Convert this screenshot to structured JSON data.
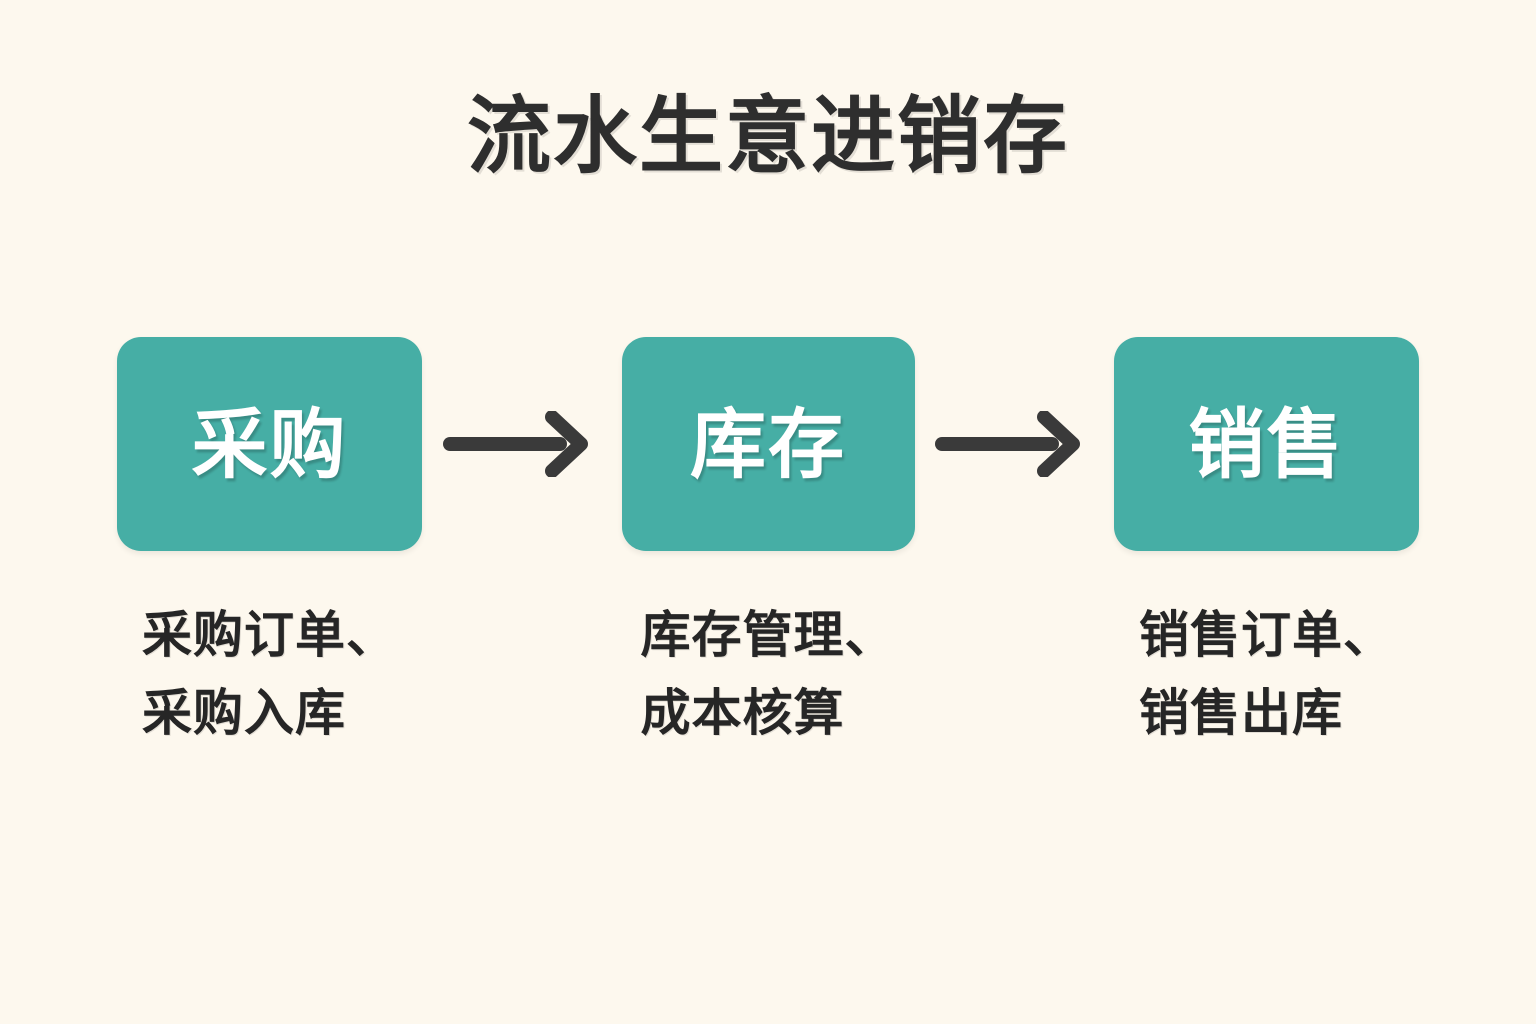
{
  "page": {
    "title": "流水生意进销存",
    "background_color": "#FDF8EE",
    "accent_color": "#46AEA5",
    "text_color": "#2E2E2E",
    "box_label_color": "#FFFFFF",
    "arrow_color": "#3A3A3A"
  },
  "flow": {
    "stages": [
      {
        "id": "purchase",
        "box_label": "采购",
        "caption_lines": [
          "采购订单、",
          "采购入库"
        ]
      },
      {
        "id": "inventory",
        "box_label": "库存",
        "caption_lines": [
          "库存管理、",
          "成本核算"
        ]
      },
      {
        "id": "sales",
        "box_label": "销售",
        "caption_lines": [
          "销售订单、",
          "销售出库"
        ]
      }
    ],
    "connectors": [
      {
        "id": "arrow-1",
        "icon": "arrow-right-icon",
        "from": "purchase",
        "to": "inventory"
      },
      {
        "id": "arrow-2",
        "icon": "arrow-right-icon",
        "from": "inventory",
        "to": "sales"
      }
    ]
  },
  "chart_data": {
    "type": "diagram",
    "subtype": "horizontal-process-flow",
    "title": "流水生意进销存",
    "nodes": [
      {
        "label": "采购",
        "detail": "采购订单、采购入库"
      },
      {
        "label": "库存",
        "detail": "库存管理、成本核算"
      },
      {
        "label": "销售",
        "detail": "销售订单、销售出库"
      }
    ],
    "edges": [
      {
        "from": "采购",
        "to": "库存",
        "style": "solid-arrow"
      },
      {
        "from": "库存",
        "to": "销售",
        "style": "solid-arrow"
      }
    ],
    "direction": "left-to-right",
    "legend": [],
    "annotations": []
  }
}
